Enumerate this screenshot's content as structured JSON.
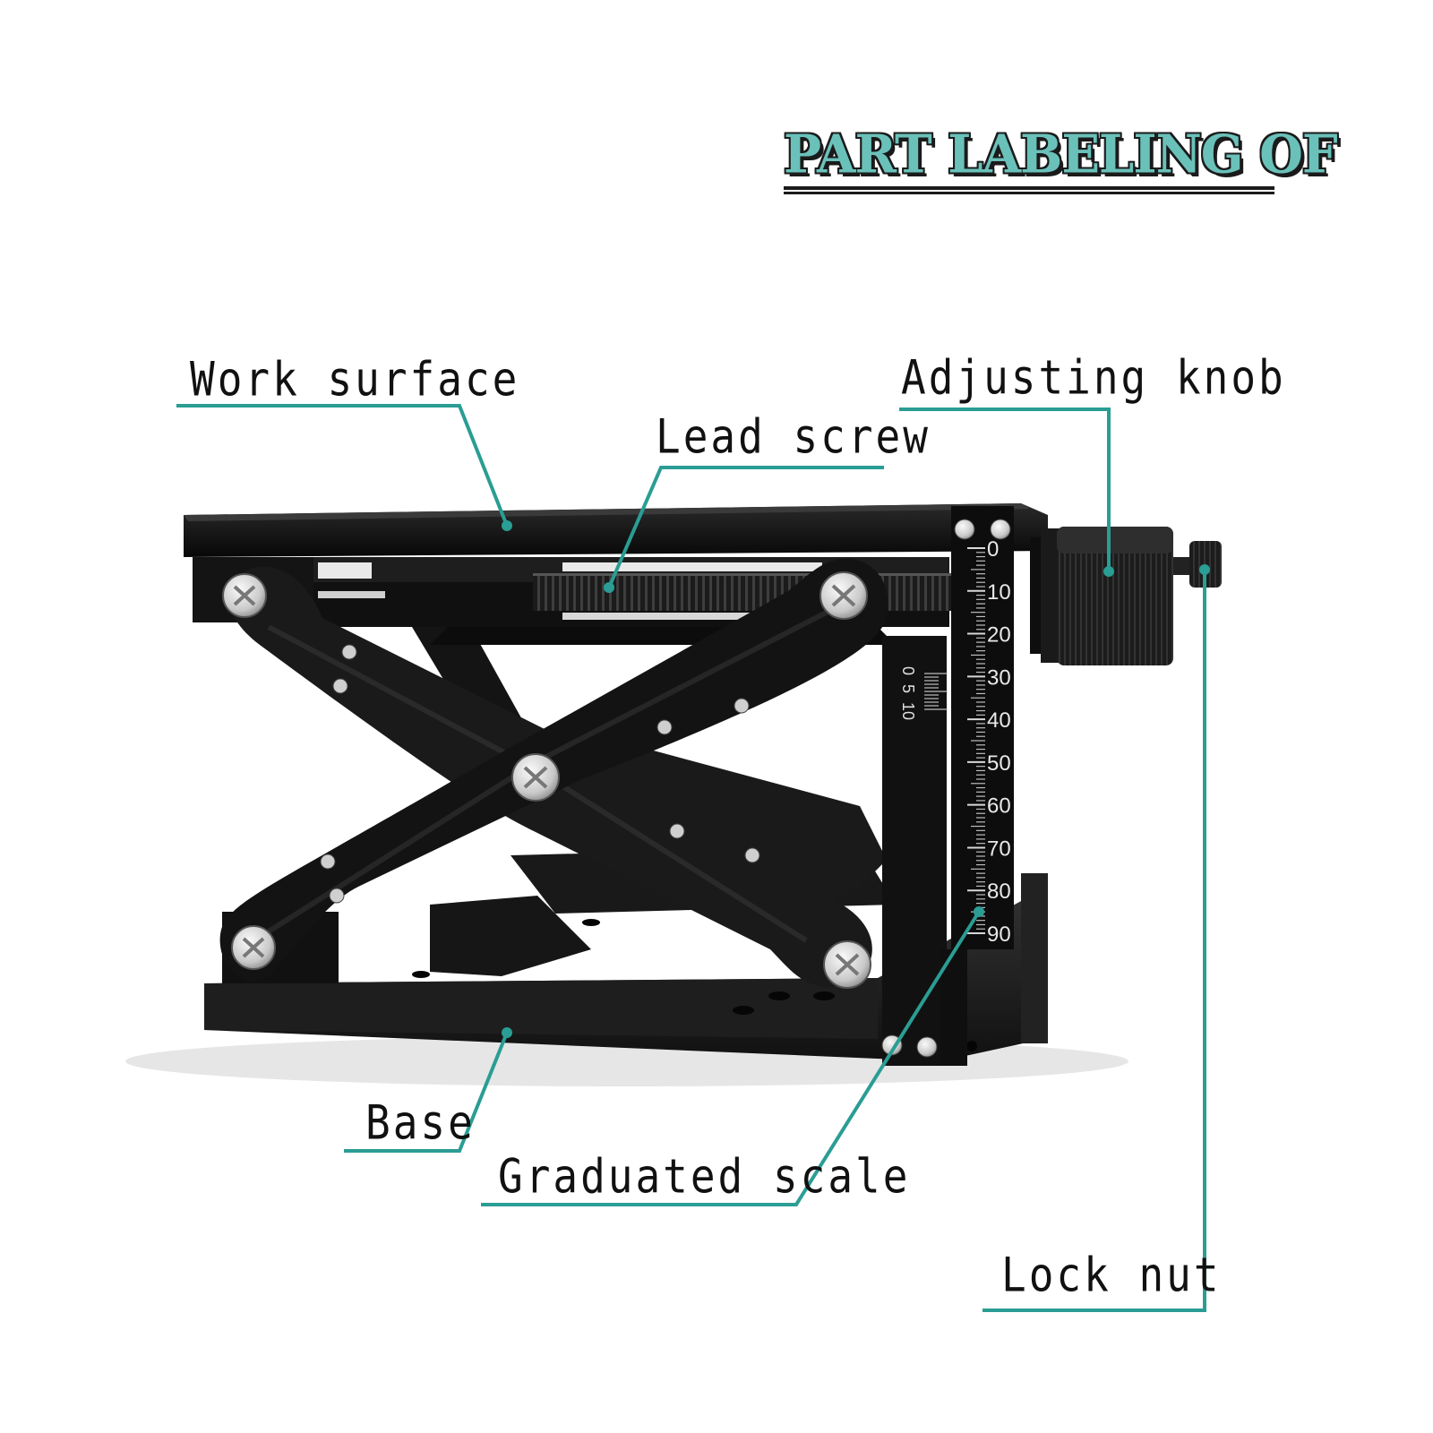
{
  "title": "PART LABELING OF",
  "labels": {
    "work_surface": "Work surface",
    "lead_screw": "Lead screw",
    "adjusting_knob": "Adjusting knob",
    "base": "Base",
    "graduated_scale": "Graduated scale",
    "lock_nut": "Lock nut"
  },
  "scale": {
    "main_ticks": [
      "0",
      "10",
      "20",
      "30",
      "40",
      "50",
      "60",
      "70",
      "80",
      "90"
    ],
    "vernier_ticks": [
      "0",
      "5",
      "10"
    ]
  },
  "colors": {
    "leader": "#2a9d94",
    "title_fill": "#6ac1ba",
    "metal": "#151515"
  }
}
